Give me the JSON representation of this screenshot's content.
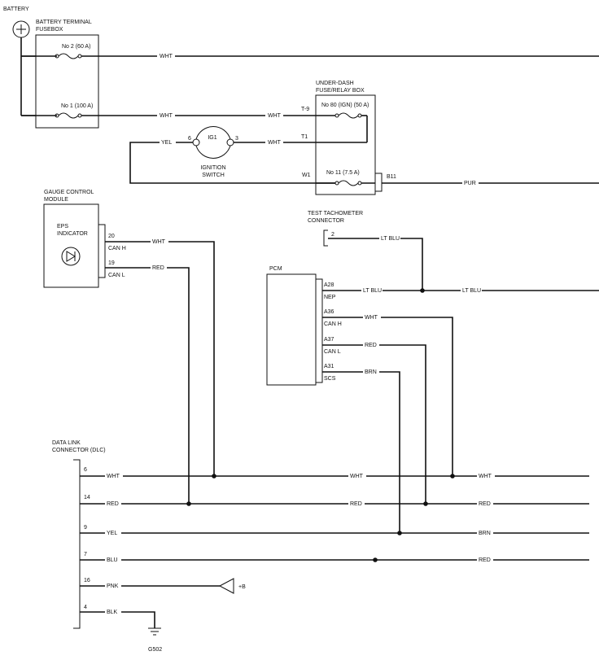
{
  "title": "",
  "battery": {
    "label": "BATTERY"
  },
  "terminal_fusebox": {
    "title_line1": "BATTERY TERMINAL",
    "title_line2": "FUSEBOX",
    "fuse_2": "No  2 (60 A)",
    "fuse_1": "No  1 (100 A)"
  },
  "underdash_box": {
    "title_line1": "UNDER-DASH",
    "title_line2": "FUSE/RELAY BOX",
    "fuse_80": "No  80 (IGN) (50 A)",
    "fuse_11": "No  11 (7.5 A)",
    "terminal_t9": "T-9",
    "terminal_t1": "T1",
    "terminal_w1": "W1",
    "terminal_b11": "B11"
  },
  "ignition_switch": {
    "label_line1": "IGNITION",
    "label_line2": "SWITCH",
    "code": "IG1",
    "pin_6": "6",
    "pin_3": "3"
  },
  "gauge_module": {
    "title_line1": "GAUGE CONTROL",
    "title_line2": "MODULE",
    "indicator_line1": "EPS",
    "indicator_line2": "INDICATOR",
    "pin_20": "20",
    "pin_20_sig": "CAN H",
    "pin_19": "19",
    "pin_19_sig": "CAN L"
  },
  "test_tach": {
    "title_line1": "TEST TACHOMETER",
    "title_line2": "CONNECTOR",
    "pin": "2"
  },
  "pcm": {
    "title": "PCM",
    "pins": [
      {
        "pin": "A28",
        "sig": "NEP"
      },
      {
        "pin": "A36",
        "sig": "CAN H"
      },
      {
        "pin": "A37",
        "sig": "CAN L"
      },
      {
        "pin": "A31",
        "sig": "SCS"
      }
    ]
  },
  "dlc": {
    "title_line1": "DATA LINK",
    "title_line2": "CONNECTOR (DLC)",
    "pins": [
      "6",
      "14",
      "9",
      "7",
      "16",
      "4"
    ]
  },
  "ground": {
    "label": "G502"
  },
  "power": {
    "label": "+B"
  },
  "wire_labels": {
    "wht_fuse2": "WHT",
    "wht_fuse1": "WHT",
    "wht_fuse1_t9": "WHT",
    "yel_ign": "YEL",
    "wht_ign": "WHT",
    "pur": "PUR",
    "gauge_wht": "WHT",
    "gauge_red": "RED",
    "tach_ltblu": "LT BLU",
    "pcm_ltblu": "LT BLU",
    "pcm_ltblu_out": "LT BLU",
    "pcm_wht": "WHT",
    "pcm_red": "RED",
    "pcm_brn": "BRN",
    "dlc_wht": "WHT",
    "dlc_wht_mid": "WHT",
    "dlc_wht_out": "WHT",
    "dlc_red": "RED",
    "dlc_red_mid": "RED",
    "dlc_red_out": "RED",
    "dlc_yel": "YEL",
    "dlc_brn_out": "BRN",
    "dlc_blu": "BLU",
    "dlc_blu_out": "RED",
    "dlc_pnk": "PNK",
    "dlc_blk": "BLK"
  }
}
